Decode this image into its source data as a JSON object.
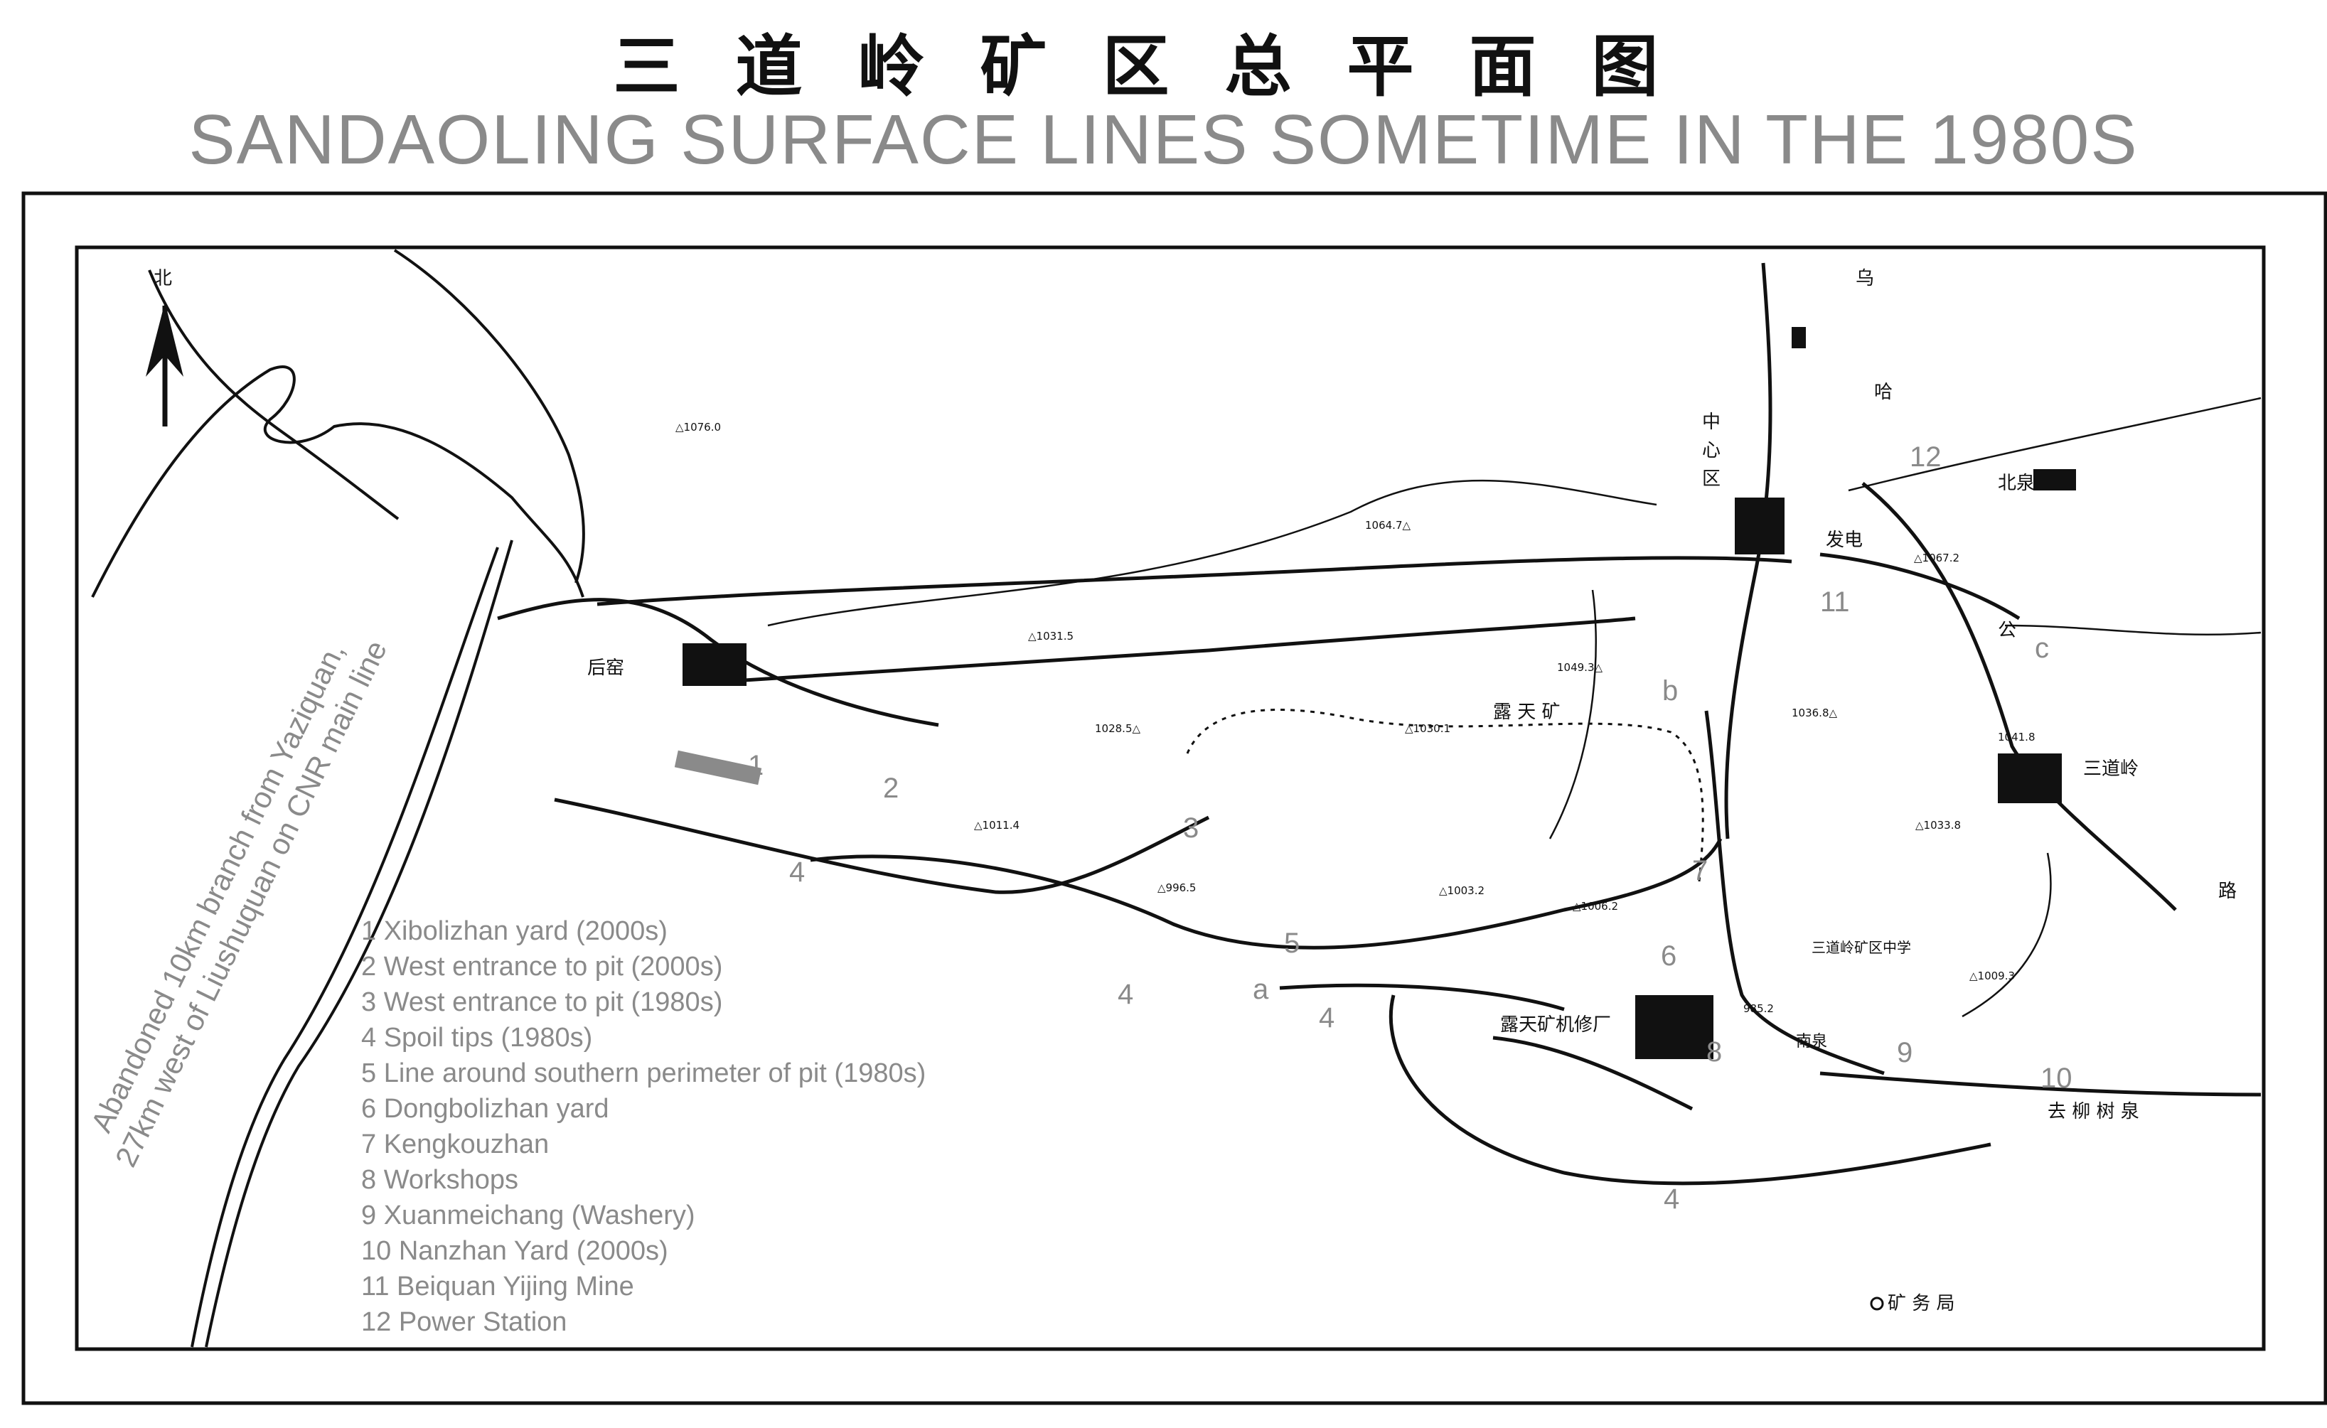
{
  "title_chinese": "三道岭矿区总平面图",
  "title_english": "SANDAOLING SURFACE LINES SOMETIME IN THE 1980S",
  "side_note": {
    "line1": "Abandoned 10km branch from Yaziquan,",
    "line2": "27km west of Liushuquan on CNR main line"
  },
  "legend": [
    "1 Xibolizhan yard (2000s)",
    "2 West entrance to pit (2000s)",
    "3 West entrance to pit (1980s)",
    "4 Spoil tips (1980s)",
    "5 Line around southern perimeter of pit (1980s)",
    "6 Dongbolizhan yard",
    "7 Kengkouzhan",
    "8 Workshops",
    "9 Xuanmeichang (Washery)",
    "10 Nanzhan Yard (2000s)",
    "11 Beiquan Yijing Mine",
    "12 Power Station"
  ],
  "markers": {
    "m1": "1",
    "m2": "2",
    "m3": "3",
    "m4a": "4",
    "m4b": "4",
    "m4c": "4",
    "m4d": "4",
    "m5": "5",
    "m6": "6",
    "m7": "7",
    "m8": "8",
    "m9": "9",
    "m10": "10",
    "m11": "11",
    "m12": "12",
    "ma": "a",
    "mb": "b",
    "mc": "c"
  },
  "chinese_labels": {
    "north": "北",
    "houyao": "后窑",
    "open_pit": "露  天  矿",
    "center_1": "中",
    "center_2": "心",
    "center_3": "区",
    "power": "发电",
    "beiquan": "北泉",
    "sandaoling": "三道岭",
    "school": "三道岭矿区中学",
    "workshop": "露天矿机修厂",
    "nanquan": "南泉",
    "road_wu": "乌",
    "road_ha": "哈",
    "road_gong": "公",
    "road_lu": "路",
    "to_liushuquan": "去 柳 树 泉",
    "mine_bureau": "矿  务  局"
  },
  "elevations": {
    "e1": "△1076.0",
    "e2": "1064.7△",
    "e3": "△1031.5",
    "e4": "1028.5△",
    "e5": "△1030.1",
    "e6": "△1011.4",
    "e7": "△996.5",
    "e8": "△1003.2",
    "e9": "△1006.2",
    "e10": "1049.3△",
    "e11": "△1067.2",
    "e12": "1036.8△",
    "e13": "1041.8",
    "e14": "△1033.8",
    "e15": "△1009.3",
    "e16": "985.2"
  },
  "colors": {
    "ink": "#111111",
    "annotation": "#8a8a8a",
    "highlight_bar": "#8a8a8a"
  }
}
